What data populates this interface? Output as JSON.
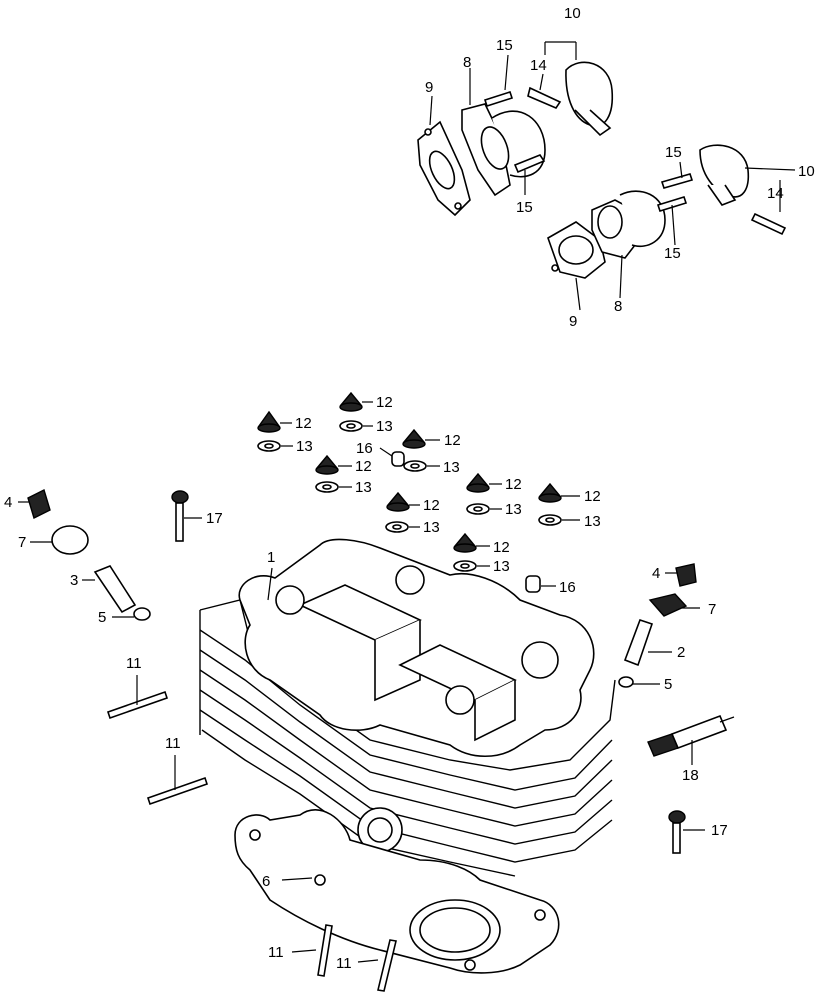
{
  "callouts": {
    "c1": "1",
    "c2": "2",
    "c3": "3",
    "c4a": "4",
    "c4b": "4",
    "c5a": "5",
    "c5b": "5",
    "c6": "6",
    "c7a": "7",
    "c7b": "7",
    "c8a": "8",
    "c8b": "8",
    "c9a": "9",
    "c9b": "9",
    "c10a": "10",
    "c10b": "10",
    "c11a": "11",
    "c11b": "11",
    "c11c": "11",
    "c11d": "11",
    "c12a": "12",
    "c12b": "12",
    "c12c": "12",
    "c12d": "12",
    "c12e": "12",
    "c12f": "12",
    "c12g": "12",
    "c12h": "12",
    "c13a": "13",
    "c13b": "13",
    "c13c": "13",
    "c13d": "13",
    "c13e": "13",
    "c13f": "13",
    "c13g": "13",
    "c13h": "13",
    "c14a": "14",
    "c14b": "14",
    "c15a": "15",
    "c15b": "15",
    "c15c": "15",
    "c15d": "15",
    "c16a": "16",
    "c16b": "16",
    "c17a": "17",
    "c17b": "17",
    "c18": "18"
  }
}
